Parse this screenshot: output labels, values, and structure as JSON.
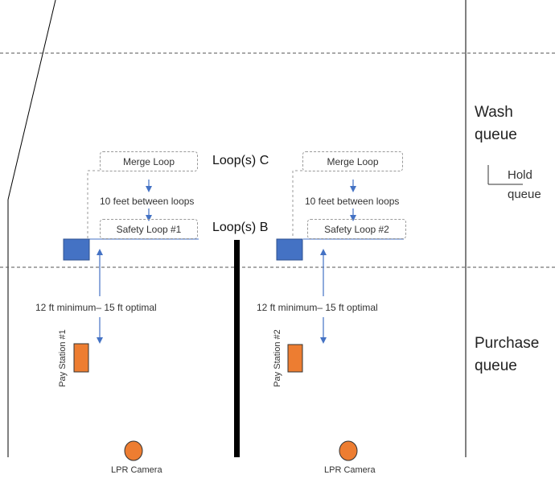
{
  "zones": {
    "wash_queue": "Wash queue",
    "hold_queue": "Hold queue",
    "purchase_queue": "Purchase queue"
  },
  "loop_groups": {
    "c_label": "Loop(s) C",
    "b_label": "Loop(s) B"
  },
  "lanes": [
    {
      "merge_loop": "Merge Loop",
      "spacing": "10 feet between loops",
      "safety_loop": "Safety Loop #1",
      "distance": "12 ft minimum– 15 ft optimal",
      "pay_station": "Pay Station #1",
      "camera": "LPR Camera"
    },
    {
      "merge_loop": "Merge Loop",
      "spacing": "10 feet between loops",
      "safety_loop": "Safety Loop #2",
      "distance": "12 ft minimum– 15 ft optimal",
      "pay_station": "Pay Station #2",
      "camera": "LPR Camera"
    }
  ],
  "colors": {
    "loop_sensor": "#4472c4",
    "pay_station": "#ed7d31",
    "camera": "#ed7d31",
    "arrow": "#4472c4",
    "divider": "#000000"
  }
}
